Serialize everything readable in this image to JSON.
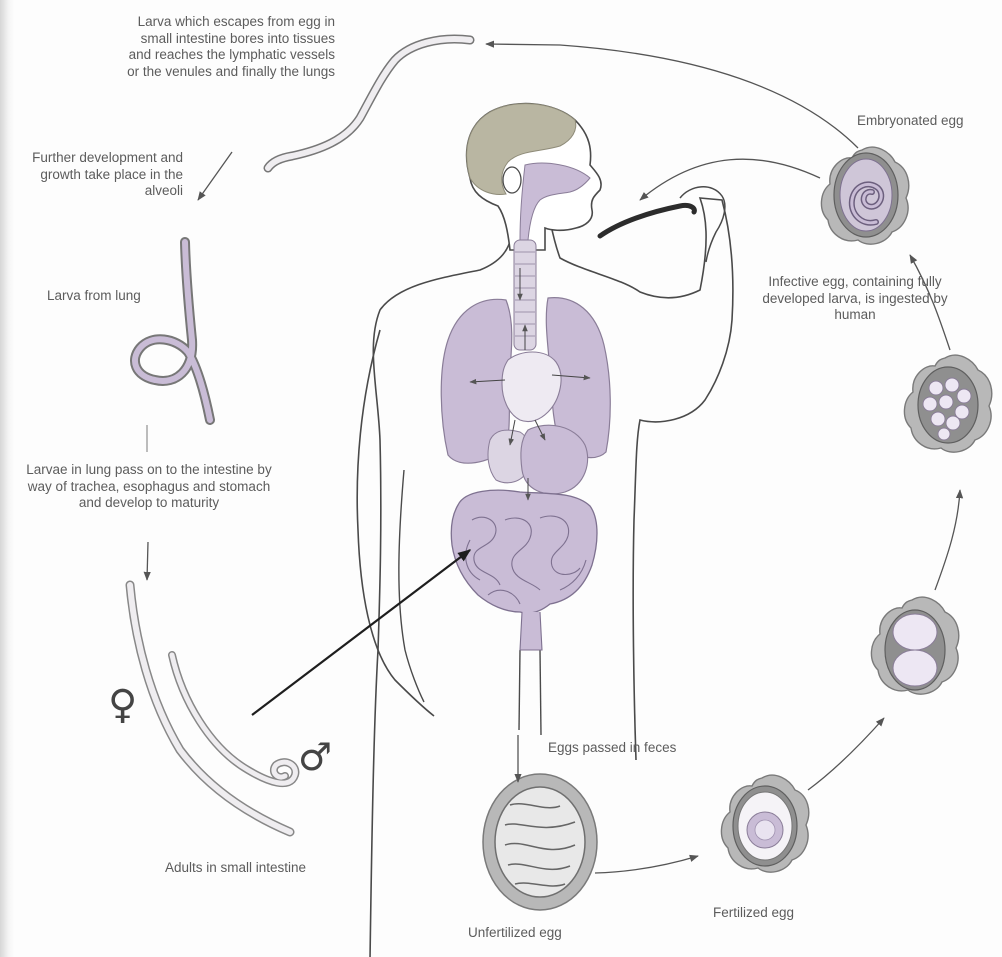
{
  "labels": {
    "larva_escape": "Larva which escapes from egg in small intestine bores into tissues and reaches the lymphatic vessels or the venules and finally the lungs",
    "further_development": "Further development and growth take place in the alveoli",
    "larva_lung": "Larva from lung",
    "larvae_pass": "Larvae in lung pass on to the intestine by way of trachea, esophagus and stomach and develop to maturity",
    "adults": "Adults in small intestine",
    "eggs_feces": "Eggs passed in feces",
    "unfertilized": "Unfertilized egg",
    "fertilized": "Fertilized egg",
    "embryonated": "Embryonated egg",
    "infective": "Infective egg, containing fully developed larva, is ingested by human"
  },
  "symbols": {
    "female": "♀",
    "male": "♂"
  },
  "colors": {
    "organ_fill": "#c9bcd6",
    "organ_stroke": "#8a7d98",
    "skin_line": "#4a4a4a",
    "hair": "#b9b6a2",
    "egg_shell": "#8f8f8f",
    "egg_inner": "#dcd5e3",
    "larva_fill": "#e9e6ec",
    "arrow": "#555555",
    "text": "#5c5c5c"
  },
  "icons": [
    "female-symbol",
    "male-symbol",
    "arrow-icon"
  ]
}
